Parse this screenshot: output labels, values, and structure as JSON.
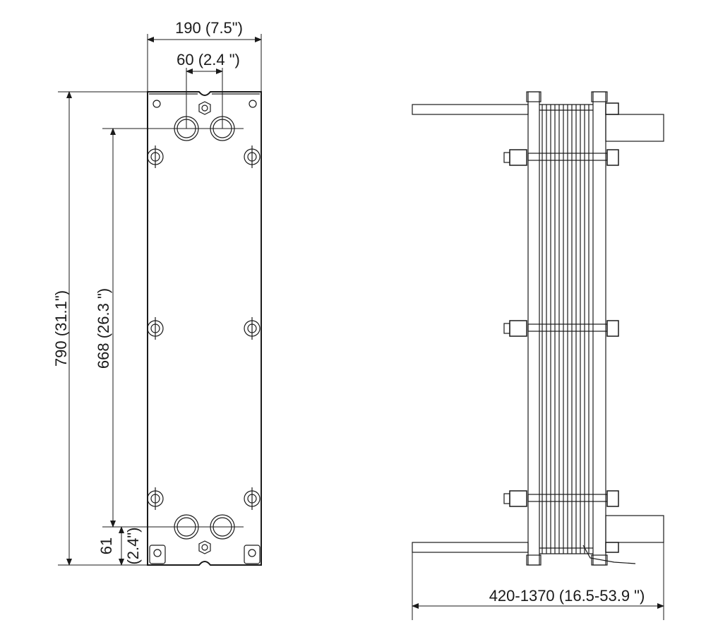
{
  "front_view": {
    "dim_width": "190 (7.5\")",
    "dim_port_spacing": "60 (2.4 \")",
    "dim_total_height": "790 (31.1\")",
    "dim_port_height": "668 (26.3 \")",
    "dim_bottom_mm": "61",
    "dim_bottom_in": "(2.4\")"
  },
  "side_view": {
    "dim_length": "420-1370 (16.5-53.9 \")"
  }
}
